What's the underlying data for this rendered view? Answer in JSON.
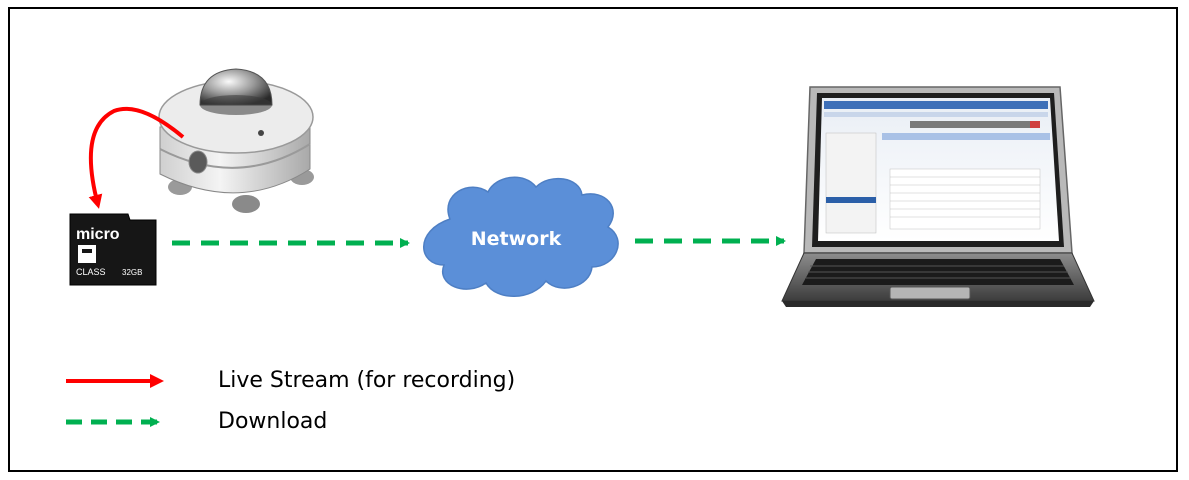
{
  "nodes": {
    "microsd": {
      "brand_text": "micro",
      "class_text": "CLASS",
      "capacity_text": "32GB"
    },
    "network": {
      "label": "Network"
    }
  },
  "legend": {
    "live_stream": {
      "label": "Live Stream (for recording)"
    },
    "download": {
      "label": "Download"
    }
  },
  "colors": {
    "live_stream": "#ff0000",
    "download": "#00b050",
    "cloud_fill": "#5b8fd8",
    "border": "#000000"
  }
}
